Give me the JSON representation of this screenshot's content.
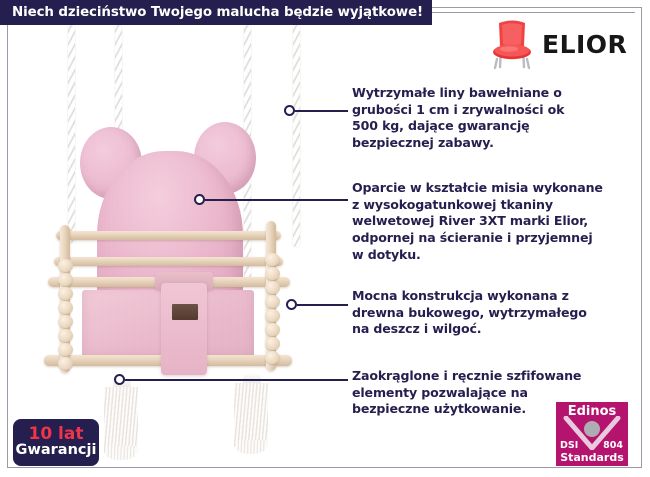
{
  "banner": {
    "headline": "Niech dzieciństwo Twojego malucha będzie wyjątkowe!"
  },
  "brand": {
    "name": "ELIOR",
    "icon": "red-chair-icon"
  },
  "product": {
    "alt": "Różowa huśtawka dla dzieci z oparciem w kształcie misia",
    "seat_color": "#dda7bb",
    "wood_color": "#e6d2ba",
    "rope_color": "#fdfcfa"
  },
  "callouts": [
    {
      "id": "rope-feature",
      "text": "Wytrzymałe liny bawełniane o grubości 1 cm i zrywalności ok 500 kg, dające gwarancję bezpiecznej zabawy.",
      "lines": [
        "Wytrzymałe liny bawełniane o",
        "grubości 1 cm i zrywalności ok",
        "500 kg, dające gwarancję",
        "bezpiecznej zabawy."
      ]
    },
    {
      "id": "backrest-feature",
      "text": "Oparcie w kształcie misia wykonane z wysokogatunkowej tkaniny welwetowej River 3XT marki Elior, odpornej na ścieranie i przyjemnej w dotyku.",
      "lines": [
        "Oparcie w kształcie misia wykonane",
        "z wysokogatunkowej tkaniny",
        "welwetowej River 3XT marki Elior,",
        "odpornej na ścieranie i przyjemnej",
        "w dotyku."
      ]
    },
    {
      "id": "construction-feature",
      "text": "Mocna konstrukcja wykonana z drewna bukowego, wytrzymałego na deszcz i wilgoć.",
      "lines": [
        "Mocna konstrukcja wykonana z",
        "drewna bukowego, wytrzymałego",
        "na deszcz i wilgoć."
      ]
    },
    {
      "id": "finish-feature",
      "text": "Zaokrąglone i ręcznie szfifowane elementy pozwalające na bezpieczne użytkowanie.",
      "lines": [
        "Zaokrąglone i ręcznie szfifowane",
        "elementy pozwalające na",
        "bezpieczne użytkowanie."
      ]
    }
  ],
  "warranty_badge": {
    "years": "10 lat",
    "label": "Gwarancji"
  },
  "standards_badge": {
    "brand": "Edinos",
    "code_left": "DSI",
    "code_right": "804",
    "label": "Standards"
  },
  "colors": {
    "navy": "#241f4e",
    "banner_text": "#ffffff",
    "warranty_red": "#f0344a",
    "edinos_magenta": "#b4146e",
    "chair_red": "#ee3b3b",
    "frame_gray": "#9a9aa8"
  }
}
